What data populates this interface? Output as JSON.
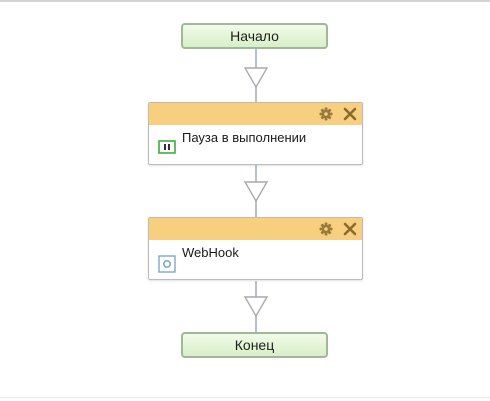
{
  "workflow": {
    "start": {
      "label": "Начало"
    },
    "activities": [
      {
        "title": "Пауза в выполнении",
        "icon": "pause-icon"
      },
      {
        "title": "WebHook",
        "icon": "webhook-icon"
      }
    ],
    "end": {
      "label": "Конец"
    }
  },
  "colors": {
    "terminal_fill": "#d8efc8",
    "terminal_border": "#9fb896",
    "activity_header": "#f8cf7e",
    "header_icons": "#9a7a3a",
    "connector": "#b5c1cc",
    "pause_icon": "#3cae3c",
    "webhook_icon": "#7fa8c9"
  }
}
